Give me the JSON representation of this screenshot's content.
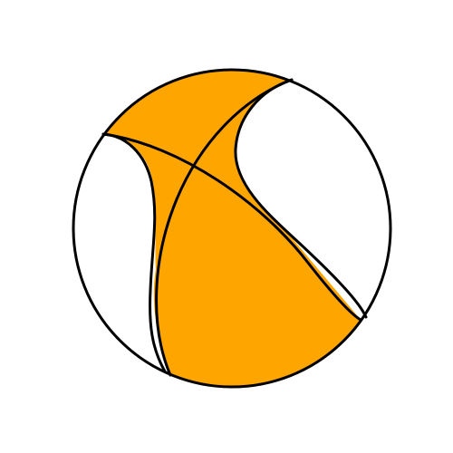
{
  "figure": {
    "kind": "focal-mechanism-beachball",
    "colors": {
      "compressional_fill": "#ffa500",
      "dilatational_fill": "#ffffff",
      "outline": "#000000",
      "background": "#ffffff"
    },
    "nodal_planes_drawn": 2,
    "auxiliary_curves_drawn": 2
  }
}
